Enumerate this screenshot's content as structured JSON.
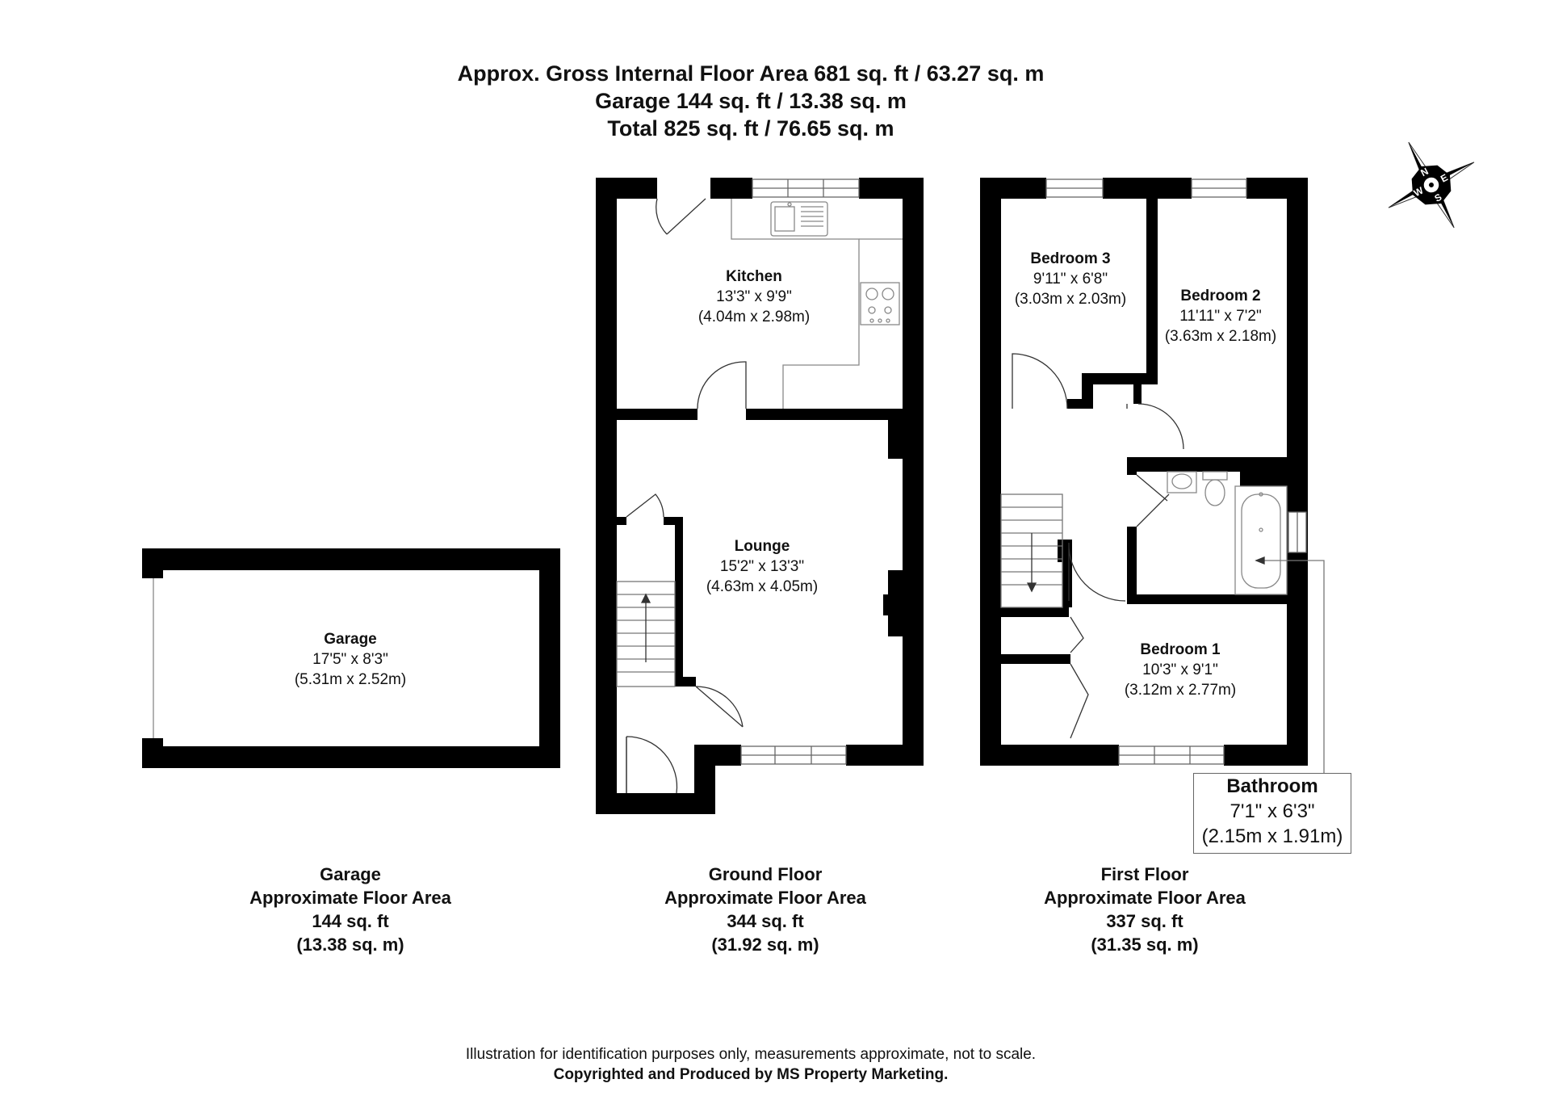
{
  "header": {
    "line1": "Approx. Gross Internal Floor Area 681 sq. ft / 63.27 sq. m",
    "line2": "Garage 144 sq. ft / 13.38 sq. m",
    "line3": "Total 825 sq. ft / 76.65 sq. m"
  },
  "compass": {
    "n": "N",
    "e": "E",
    "s": "S",
    "w": "W"
  },
  "rooms": {
    "kitchen": {
      "name": "Kitchen",
      "imperial": "13'3\" x 9'9\"",
      "metric": "(4.04m x 2.98m)"
    },
    "lounge": {
      "name": "Lounge",
      "imperial": "15'2\" x 13'3\"",
      "metric": "(4.63m x 4.05m)"
    },
    "garage": {
      "name": "Garage",
      "imperial": "17'5\" x 8'3\"",
      "metric": "(5.31m x 2.52m)"
    },
    "bedroom3": {
      "name": "Bedroom 3",
      "imperial": "9'11\" x 6'8\"",
      "metric": "(3.03m x 2.03m)"
    },
    "bedroom2": {
      "name": "Bedroom 2",
      "imperial": "11'11\" x 7'2\"",
      "metric": "(3.63m x 2.18m)"
    },
    "bedroom1": {
      "name": "Bedroom 1",
      "imperial": "10'3\" x 9'1\"",
      "metric": "(3.12m x 2.77m)"
    },
    "bathroom": {
      "name": "Bathroom",
      "imperial": "7'1\" x 6'3\"",
      "metric": "(2.15m x 1.91m)"
    }
  },
  "captions": {
    "garage": {
      "title": "Garage",
      "label": "Approximate Floor Area",
      "sqft": "144 sq. ft",
      "sqm": "(13.38 sq. m)"
    },
    "ground": {
      "title": "Ground Floor",
      "label": "Approximate Floor Area",
      "sqft": "344 sq. ft",
      "sqm": "(31.92 sq. m)"
    },
    "first": {
      "title": "First Floor",
      "label": "Approximate Floor Area",
      "sqft": "337 sq. ft",
      "sqm": "(31.35 sq. m)"
    }
  },
  "footer": {
    "disclaimer": "Illustration for identification purposes only, measurements approximate, not to scale.",
    "credit": "Copyrighted  and Produced by MS Property Marketing."
  },
  "colors": {
    "wall": "#000000",
    "fixture_line": "#888888",
    "text": "#111111"
  }
}
